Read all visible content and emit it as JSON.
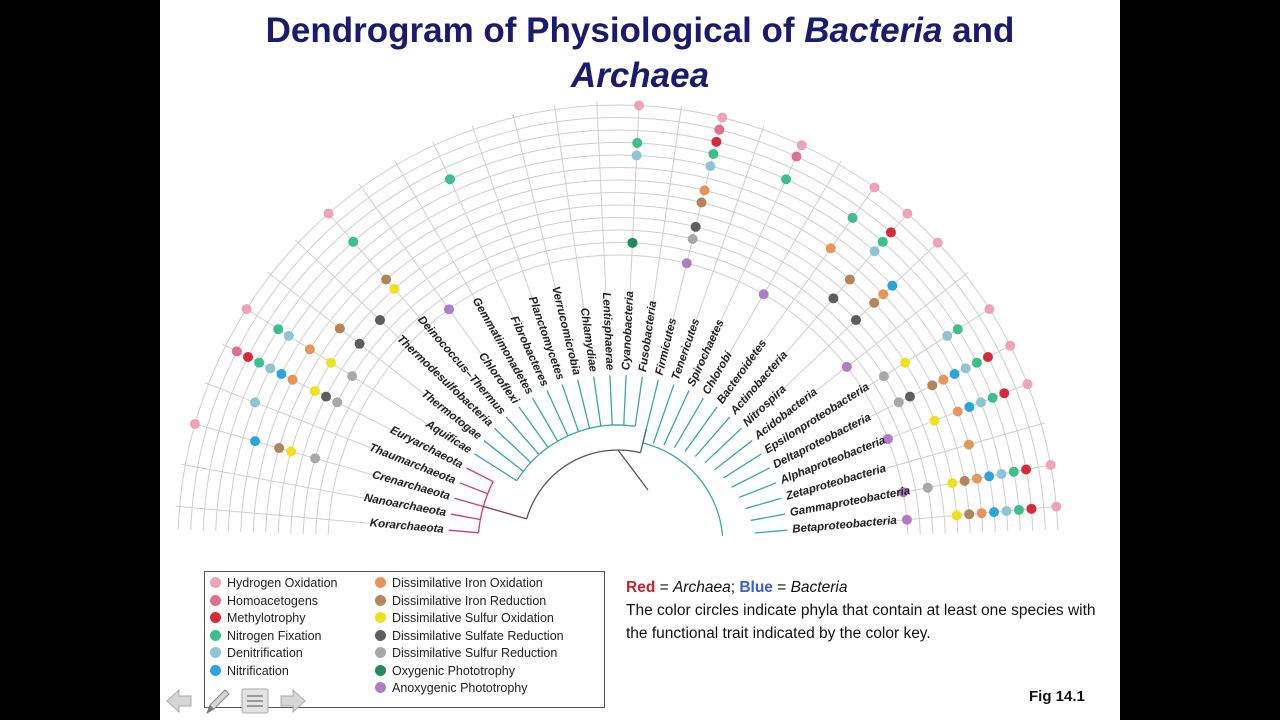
{
  "slide": {
    "title_part1": "Dendrogram of Physiological of ",
    "title_italic1": "Bacteria",
    "title_part2": " and",
    "title_italic2": "Archaea",
    "figure_label": "Fig 14.1"
  },
  "caption": {
    "red_word": "Red",
    "red_eq": " = ",
    "red_taxon": "Archaea",
    "separator": "; ",
    "blue_word": "Blue",
    "blue_eq": " = ",
    "blue_taxon": "Bacteria",
    "body": "The color circles indicate phyla that contain at least one species with the functional trait indicated by the color key."
  },
  "legend": [
    {
      "label": "Hydrogen Oxidation",
      "color": "#eea3b6"
    },
    {
      "label": "Homoacetogens",
      "color": "#e06e8f"
    },
    {
      "label": "Methylotrophy",
      "color": "#d62a3a"
    },
    {
      "label": "Nitrogen Fixation",
      "color": "#3cbf8a"
    },
    {
      "label": "Denitrification",
      "color": "#8ec5d6"
    },
    {
      "label": "Nitrification",
      "color": "#2ba6dc"
    },
    {
      "label": "Dissimilative Iron Oxidation",
      "color": "#e8955a"
    },
    {
      "label": "Dissimilative Iron Reduction",
      "color": "#b3855a"
    },
    {
      "label": "Dissimilative Sulfur Oxidation",
      "color": "#f0e01e"
    },
    {
      "label": "Dissimilative Sulfate Reduction",
      "color": "#5e5e5e"
    },
    {
      "label": "Dissimilative Sulfur Reduction",
      "color": "#a8a8a8"
    },
    {
      "label": "Oxygenic Phototrophy",
      "color": "#1f8a5a"
    },
    {
      "label": "Anoxygenic Phototrophy",
      "color": "#b07cc6"
    }
  ],
  "phyla": [
    {
      "name": "Korarchaeota",
      "domain": "archaea",
      "traits": []
    },
    {
      "name": "Nanoarchaeota",
      "domain": "archaea",
      "traits": []
    },
    {
      "name": "Crenarchaeota",
      "domain": "archaea",
      "traits": [
        0,
        5,
        7,
        8,
        10
      ]
    },
    {
      "name": "Thaumarchaeota",
      "domain": "archaea",
      "traits": [
        4
      ]
    },
    {
      "name": "Euryarchaeota",
      "domain": "archaea",
      "traits": [
        1,
        2,
        3,
        4,
        5,
        6,
        8,
        9,
        10
      ]
    },
    {
      "name": "Aquificae",
      "domain": "bacteria",
      "traits": [
        0,
        3,
        4,
        6,
        8,
        10
      ]
    },
    {
      "name": "Thermotogae",
      "domain": "bacteria",
      "traits": [
        7,
        9
      ]
    },
    {
      "name": "Thermodesulfobacteria",
      "domain": "bacteria",
      "traits": [
        9
      ]
    },
    {
      "name": "Deinococcus–Thermus",
      "domain": "bacteria",
      "traits": [
        0,
        3,
        7,
        8
      ]
    },
    {
      "name": "Chloroflexi",
      "domain": "bacteria",
      "traits": [
        12
      ]
    },
    {
      "name": "Gemmatimonadetes",
      "domain": "bacteria",
      "traits": []
    },
    {
      "name": "Fibrobacteres",
      "domain": "bacteria",
      "traits": [
        3
      ]
    },
    {
      "name": "Planctomycetes",
      "domain": "bacteria",
      "traits": []
    },
    {
      "name": "Verrucomicrobia",
      "domain": "bacteria",
      "traits": []
    },
    {
      "name": "Chlamydiae",
      "domain": "bacteria",
      "traits": []
    },
    {
      "name": "Lentisphaerae",
      "domain": "bacteria",
      "traits": []
    },
    {
      "name": "Cyanobacteria",
      "domain": "bacteria",
      "traits": [
        0,
        3,
        4,
        11
      ]
    },
    {
      "name": "Fusobacteria",
      "domain": "bacteria",
      "traits": []
    },
    {
      "name": "Firmicutes",
      "domain": "bacteria",
      "traits": [
        0,
        1,
        2,
        3,
        4,
        6,
        7,
        9,
        10,
        12
      ]
    },
    {
      "name": "Tenericutes",
      "domain": "bacteria",
      "traits": []
    },
    {
      "name": "Spirochaetes",
      "domain": "bacteria",
      "traits": [
        0,
        1,
        3
      ]
    },
    {
      "name": "Chlorobi",
      "domain": "bacteria",
      "traits": [
        12
      ]
    },
    {
      "name": "Bacteroidetes",
      "domain": "bacteria",
      "traits": [
        0,
        3,
        6
      ]
    },
    {
      "name": "Actinobacteria",
      "domain": "bacteria",
      "traits": [
        0,
        2,
        3,
        4,
        7,
        9
      ]
    },
    {
      "name": "Nitrospira",
      "domain": "bacteria",
      "traits": [
        0,
        5,
        6,
        7,
        9
      ]
    },
    {
      "name": "Acidobacteria",
      "domain": "bacteria",
      "traits": [
        12
      ]
    },
    {
      "name": "Epsilonproteobacteria",
      "domain": "bacteria",
      "traits": [
        0,
        3,
        4,
        8,
        10
      ]
    },
    {
      "name": "Deltaproteobacteria",
      "domain": "bacteria",
      "traits": [
        0,
        2,
        3,
        4,
        5,
        6,
        7,
        9,
        10
      ]
    },
    {
      "name": "Alphaproteobacteria",
      "domain": "bacteria",
      "traits": [
        0,
        2,
        3,
        4,
        5,
        6,
        8,
        12
      ]
    },
    {
      "name": "Zetaproteobacteria",
      "domain": "bacteria",
      "traits": [
        6
      ]
    },
    {
      "name": "Gammaproteobacteria",
      "domain": "bacteria",
      "traits": [
        0,
        2,
        3,
        4,
        5,
        6,
        7,
        8,
        10,
        12
      ]
    },
    {
      "name": "Betaproteobacteria",
      "domain": "bacteria",
      "traits": [
        0,
        2,
        3,
        4,
        5,
        6,
        7,
        8,
        12
      ]
    }
  ],
  "colors": {
    "archaea": "#d23a6a",
    "bacteria": "#3aa6a8",
    "grid": "#cfcfcf",
    "title": "#1a1a6e"
  },
  "icons": [
    "back-arrow-icon",
    "pen-icon",
    "menu-icon",
    "forward-arrow-icon"
  ]
}
